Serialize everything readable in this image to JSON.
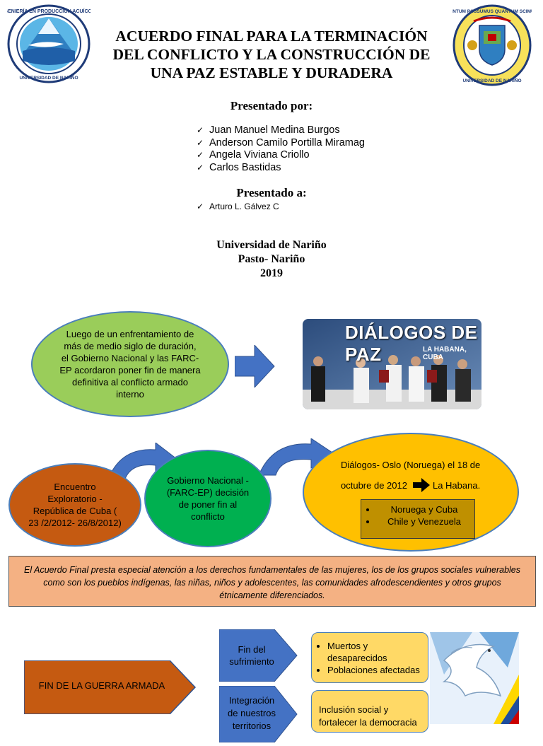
{
  "header": {
    "title_lines": [
      "ACUERDO FINAL PARA LA TERMINACIÓN",
      "DEL CONFLICTO Y LA CONSTRUCCIÓN DE",
      "UNA PAZ ESTABLE Y DURADERA"
    ],
    "left_logo_text": "INGENIERÍA EN PRODUCCIÓN ACUÍCOLA · UNIVERSIDAD DE NARIÑO",
    "right_logo_text": "TANTUM POSSUMUS QUANTUM SCIMUS · UNIVERSIDAD DE NARIÑO"
  },
  "presented_by": {
    "heading": "Presentado por:",
    "names": [
      "Juan Manuel Medina Burgos",
      "Anderson Camilo Portilla Miramag",
      "Angela Viviana Criollo",
      "Carlos Bastidas"
    ]
  },
  "presented_to": {
    "heading": "Presentado a:",
    "names": [
      "Arturo L. Gálvez C"
    ]
  },
  "institution": {
    "university": "Universidad de Nariño",
    "city": "Pasto- Nariño",
    "year": "2019"
  },
  "diagram": {
    "intro_oval": "Luego de un enfrentamiento de más de medio siglo de duración, el Gobierno Nacional y las FARC-EP  acordaron poner fin de manera definitiva al conflicto armado interno",
    "photo": {
      "title": "DIÁLOGOS DE PAZ",
      "subtitle": "LA HABANA, CUBA"
    },
    "encuentro_oval": "Encuentro Exploratorio - República de Cuba ( 23 /2/2012- 26/8/2012)",
    "gobierno_oval": "Gobierno Nacional - (FARC-EP) decisión de poner fin al conflicto",
    "dialogos": {
      "line1": "Diálogos-   Oslo (Noruega) el 18 de",
      "line2": "octubre de 2012",
      "line2_after": "La Habana.",
      "countries": [
        "Noruega y Cuba",
        "Chile y Venezuela"
      ]
    },
    "statement": "El Acuerdo Final presta especial atención a los derechos fundamentales de las mujeres, los de los grupos sociales vulnerables como son los pueblos indígenas, las niñas, niños y adolescentes, las comunidades afrodescendientes y otros grupos étnicamente diferenciados."
  },
  "bottom": {
    "fin_guerra": "FIN DE LA GUERRA ARMADA",
    "fin_sufrimiento": "Fin del sufrimiento",
    "integracion": "Integración de nuestros territorios",
    "results_1": [
      "Muertos y desaparecidos",
      "Poblaciones afectadas"
    ],
    "results_2": "Inclusión social y fortalecer la democracia"
  },
  "colors": {
    "oval_green_light": "#9ACD5A",
    "oval_green": "#00B050",
    "oval_orange": "#C55A11",
    "oval_gold": "#FFC000",
    "country_box": "#BF9000",
    "arrow_blue": "#4472C4",
    "statement_bg": "#F4B183",
    "result_yellow": "#FFD966"
  }
}
